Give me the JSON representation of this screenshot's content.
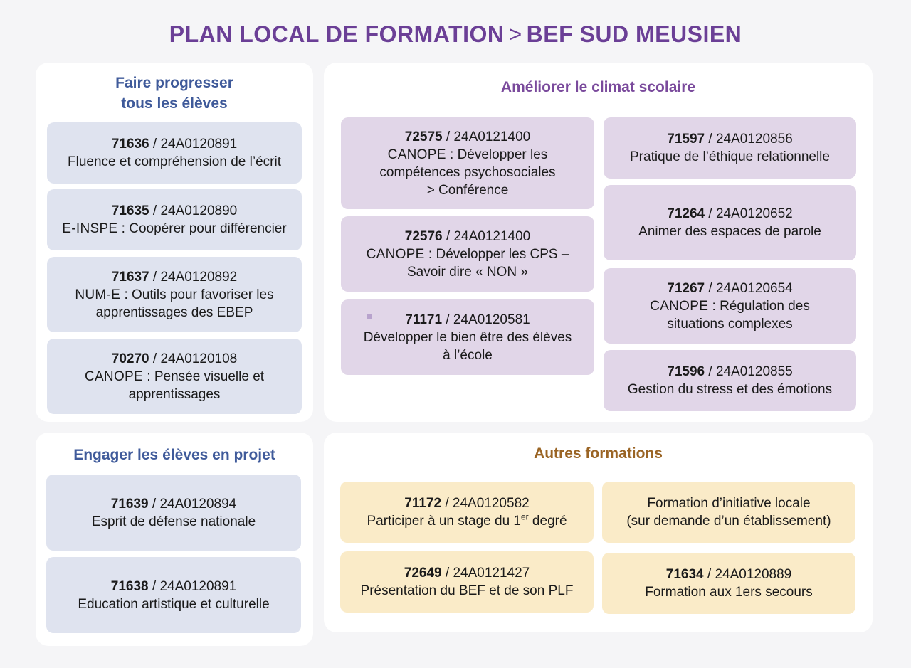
{
  "header": {
    "title_left": "PLAN LOCAL DE FORMATION",
    "separator": ">",
    "title_right": "BEF SUD MEUSIEN"
  },
  "colors": {
    "title": "#6b3f96",
    "blue_heading": "#3f5a9a",
    "purple_heading": "#7a4a9c",
    "orange_heading": "#9a6424",
    "blue_card": "#dfe3ef",
    "purple_card": "#e1d6e8",
    "yellow_card": "#faebc8"
  },
  "progresser": {
    "title_line1": "Faire progresser",
    "title_line2": "tous les élèves",
    "cards": [
      {
        "code": "71636",
        "ref": "24A0120891",
        "prefix": "",
        "line1": "Fluence et compréhension de l’écrit",
        "line2": ""
      },
      {
        "code": "71635",
        "ref": "24A0120890",
        "prefix": "E-INSPE",
        "line1": "Coopérer pour différencier",
        "line2": ""
      },
      {
        "code": "71637",
        "ref": "24A0120892",
        "prefix": "NUM-E",
        "line1": "Outils pour favoriser les",
        "line2": "apprentissages des EBEP"
      },
      {
        "code": "70270",
        "ref": "24A0120108",
        "prefix": "CANOPE",
        "line1": "Pensée visuelle et",
        "line2": "apprentissages"
      }
    ]
  },
  "climat": {
    "title": "Améliorer le climat scolaire",
    "cards": [
      {
        "code": "72575",
        "ref": "24A0121400",
        "prefix": "CANOPE",
        "line1": "Développer les",
        "line2": "compétences psychosociales",
        "line3": "> Conférence"
      },
      {
        "code": "72576",
        "ref": "24A0121400",
        "prefix": "CANOPE",
        "line1": "Développer les CPS –",
        "line2": "Savoir dire « NON »"
      },
      {
        "code": "71171",
        "ref": "24A0120581",
        "prefix": "",
        "line1": "Développer le bien être des élèves",
        "line2": "à l’école"
      },
      {
        "code": "71597",
        "ref": "24A0120856",
        "prefix": "",
        "line1": "Pratique de l’éthique relationnelle",
        "line2": ""
      },
      {
        "code": "71264",
        "ref": "24A0120652",
        "prefix": "",
        "line1": "Animer des espaces de parole",
        "line2": ""
      },
      {
        "code": "71267",
        "ref": "24A0120654",
        "prefix": "CANOPE",
        "line1": "Régulation des",
        "line2": "situations complexes"
      },
      {
        "code": "71596",
        "ref": "24A0120855",
        "prefix": "",
        "line1": "Gestion du stress et des émotions",
        "line2": ""
      }
    ]
  },
  "projet": {
    "title": "Engager les élèves en projet",
    "cards": [
      {
        "code": "71639",
        "ref": "24A0120894",
        "line1": "Esprit de défense nationale"
      },
      {
        "code": "71638",
        "ref": "24A0120891",
        "line1": "Education artistique et culturelle"
      }
    ]
  },
  "autres": {
    "title": "Autres formations",
    "cards": [
      {
        "code": "71172",
        "ref": "24A0120582",
        "line1_a": "Participer à un stage  du 1",
        "line1_sup": "er",
        "line1_b": " degré"
      },
      {
        "code": "72649",
        "ref": "24A0121427",
        "line1": "Présentation du BEF et de son PLF"
      },
      {
        "code": "",
        "ref": "",
        "line1": "Formation d’initiative locale",
        "line2": "(sur demande d’un établissement)"
      },
      {
        "code": "71634",
        "ref": "24A0120889",
        "line1": "Formation aux 1ers secours"
      }
    ]
  }
}
